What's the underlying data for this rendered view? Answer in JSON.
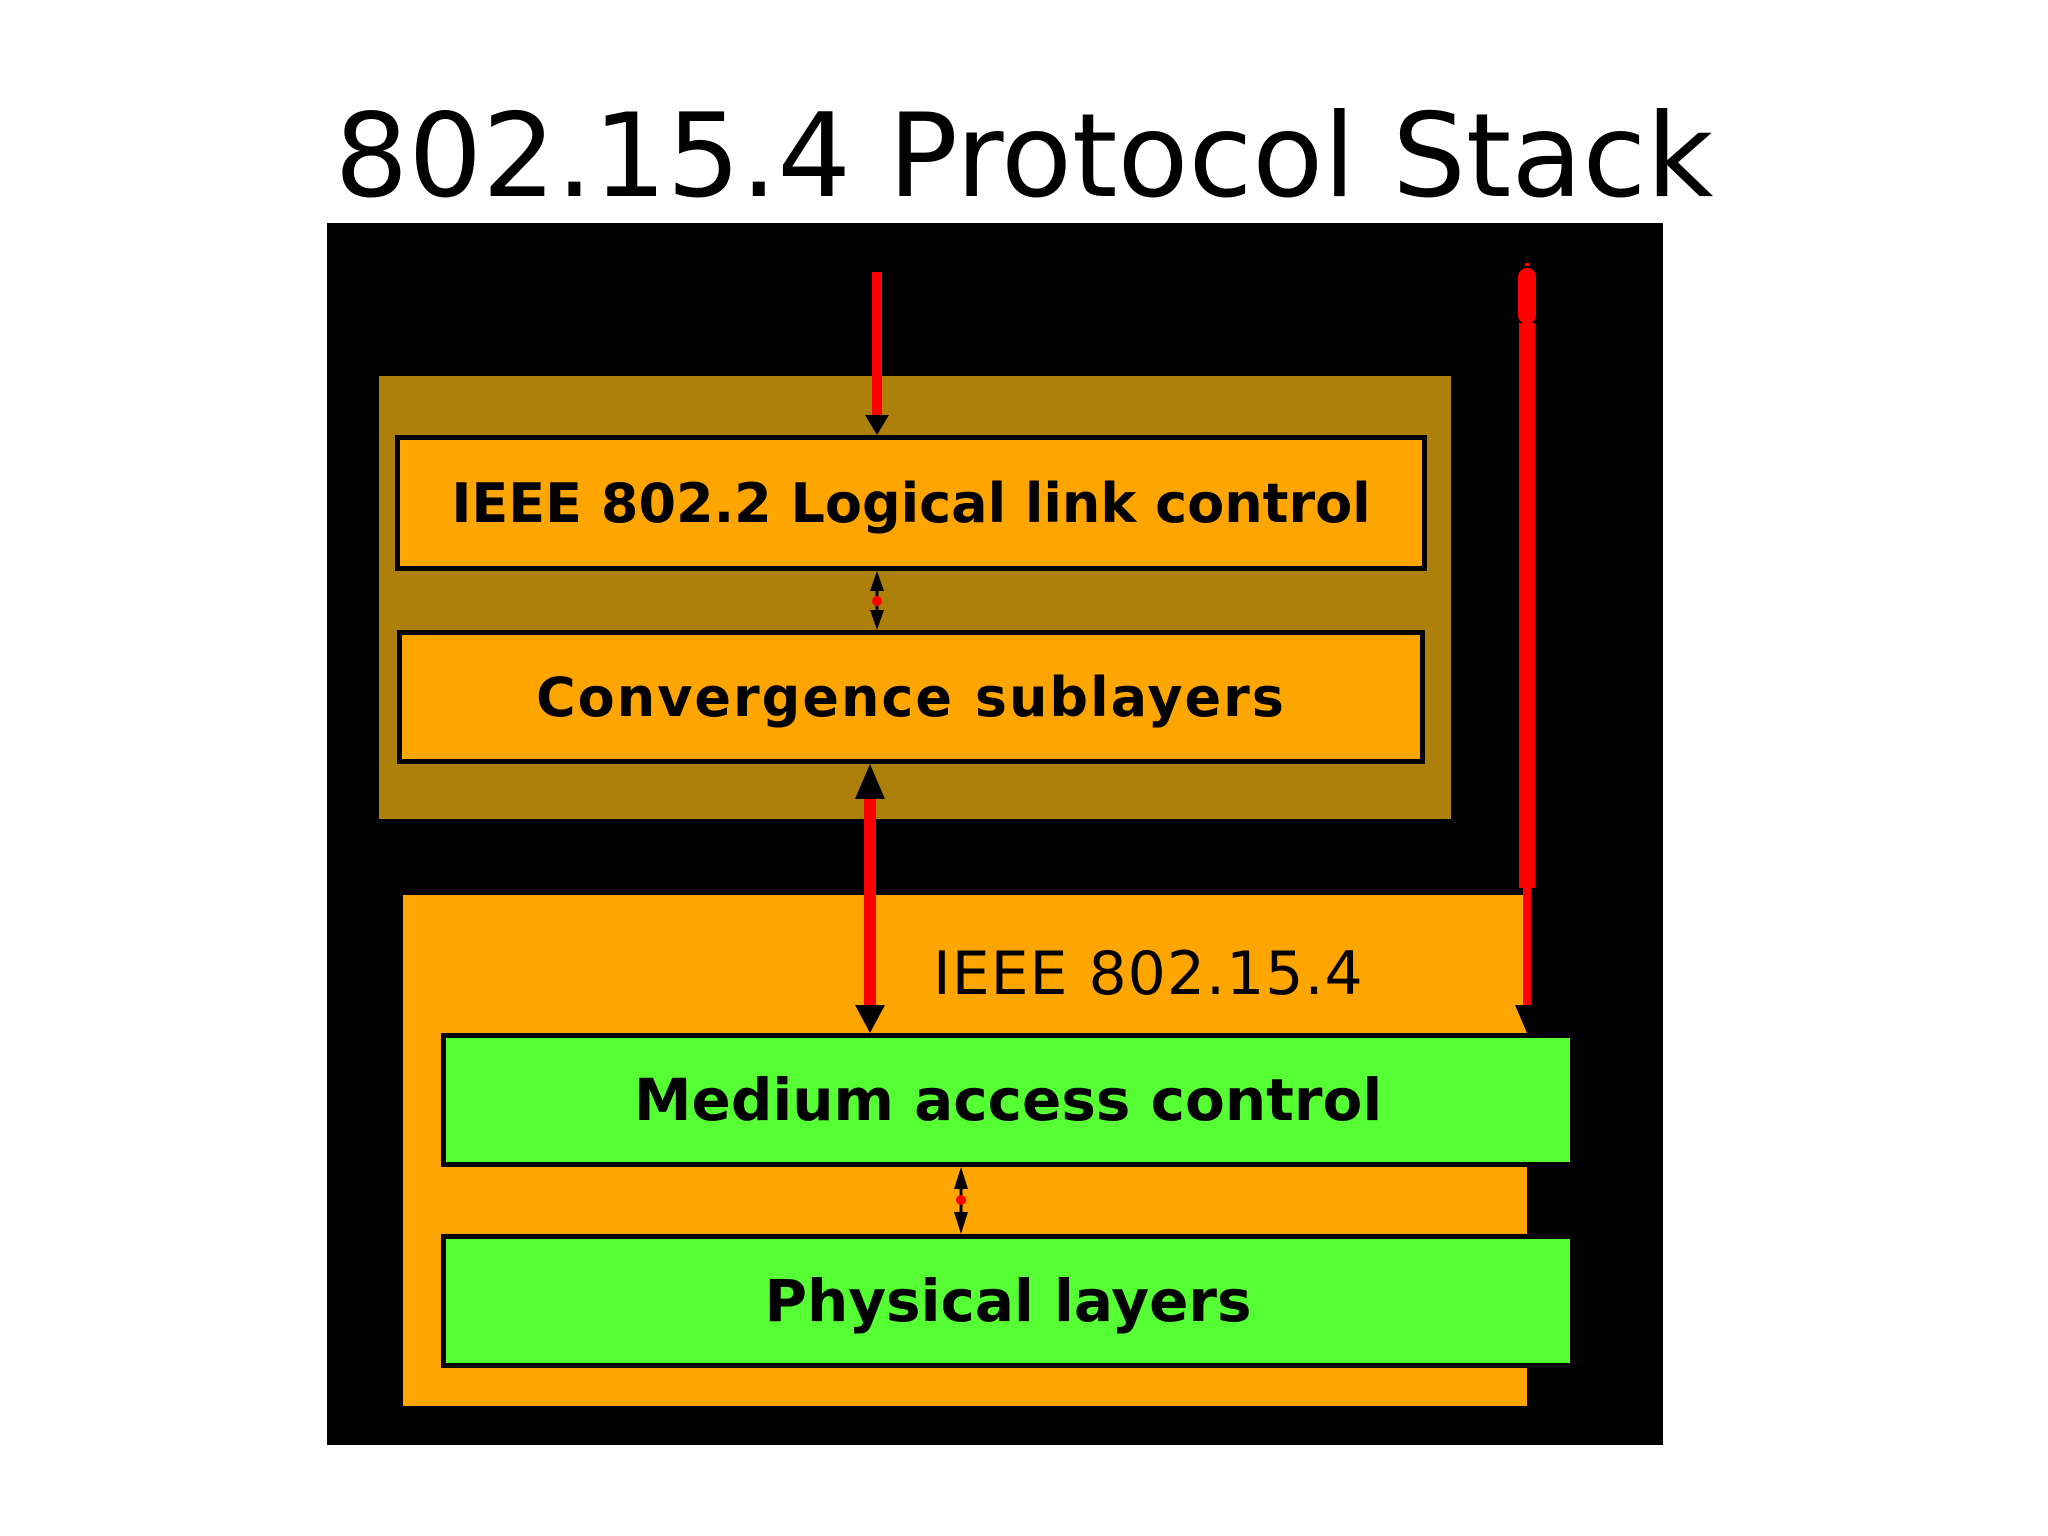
{
  "slide": {
    "title": "802.15.4 Protocol Stack"
  },
  "diagram": {
    "upper_group": {
      "layers": {
        "llc": "IEEE 802.2 Logical link control",
        "convergence": "Convergence sublayers"
      }
    },
    "lower_group": {
      "label": "IEEE 802.15.4",
      "layers": {
        "mac": "Medium access control",
        "phy": "Physical layers"
      }
    },
    "colors": {
      "background": "#000000",
      "upper_group_fill": "#ad7f0b",
      "upper_layer_fill": "#ffa500",
      "lower_group_fill": "#ffa500",
      "lower_layer_fill": "#55ff33",
      "arrow": "#ff0000"
    }
  }
}
